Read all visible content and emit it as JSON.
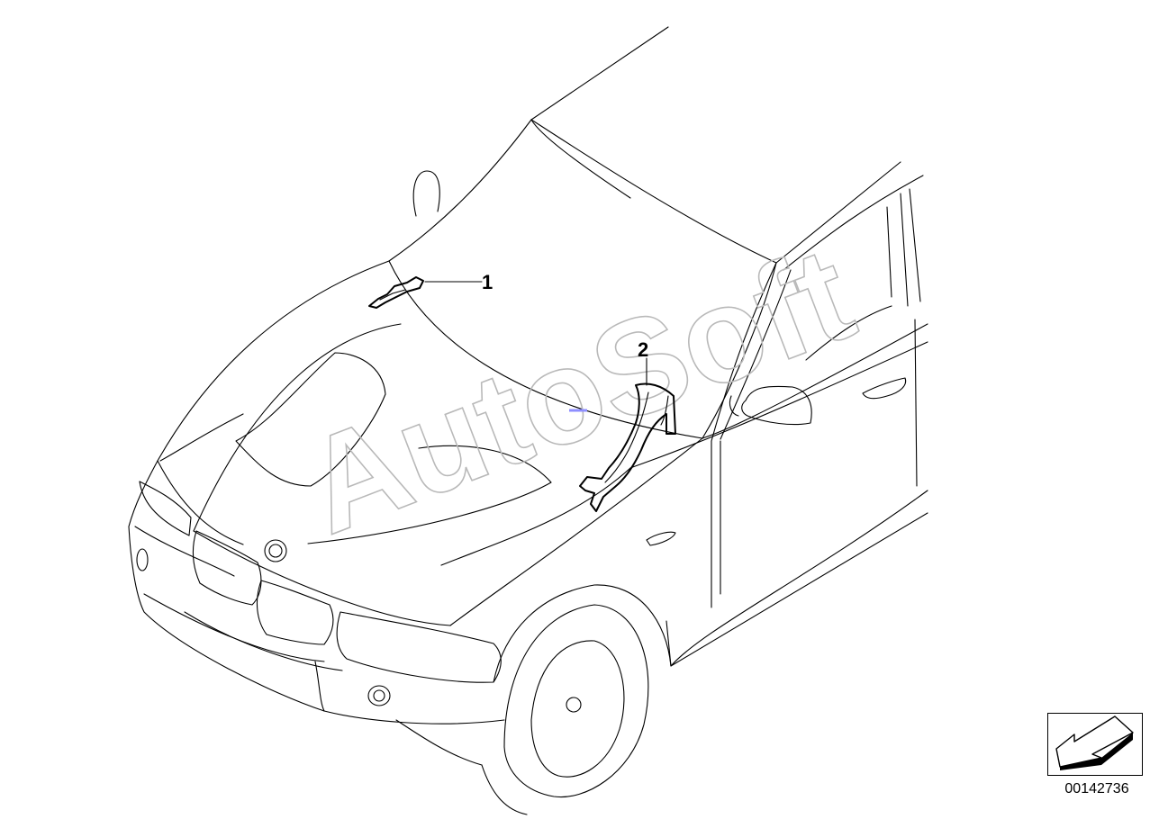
{
  "diagram": {
    "callouts": [
      {
        "label": "1"
      },
      {
        "label": "2"
      }
    ],
    "watermark": "AutoSoft",
    "document_number": "00142736",
    "nav_icon": "arrow-back-icon",
    "colors": {
      "line": "#000000",
      "watermark": "#b9b9b9",
      "marker": "#8f8fff"
    }
  }
}
